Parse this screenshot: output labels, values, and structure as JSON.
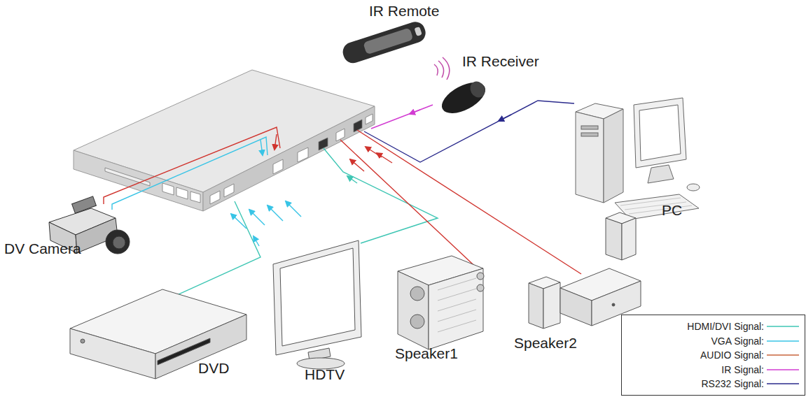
{
  "diagram": {
    "nodes": [
      {
        "text": [
          "IR Remote"
        ]
      },
      {
        "text": [
          "IR Receiver"
        ]
      },
      {
        "text": [
          "PC"
        ]
      },
      {
        "text": [
          "DV Camera"
        ]
      },
      {
        "text": [
          "DVD"
        ]
      },
      {
        "text": [
          "HDTV"
        ]
      },
      {
        "text": [
          "Speaker1"
        ]
      },
      {
        "text": [
          "Speaker2"
        ]
      }
    ],
    "legend": [
      {
        "text": "HDMI/DVI Signal:"
      },
      {
        "text": "VGA Signal:"
      },
      {
        "text": "AUDIO Signal:"
      },
      {
        "text": "IR Signal:"
      },
      {
        "text": "RS232 Signal:"
      }
    ]
  }
}
